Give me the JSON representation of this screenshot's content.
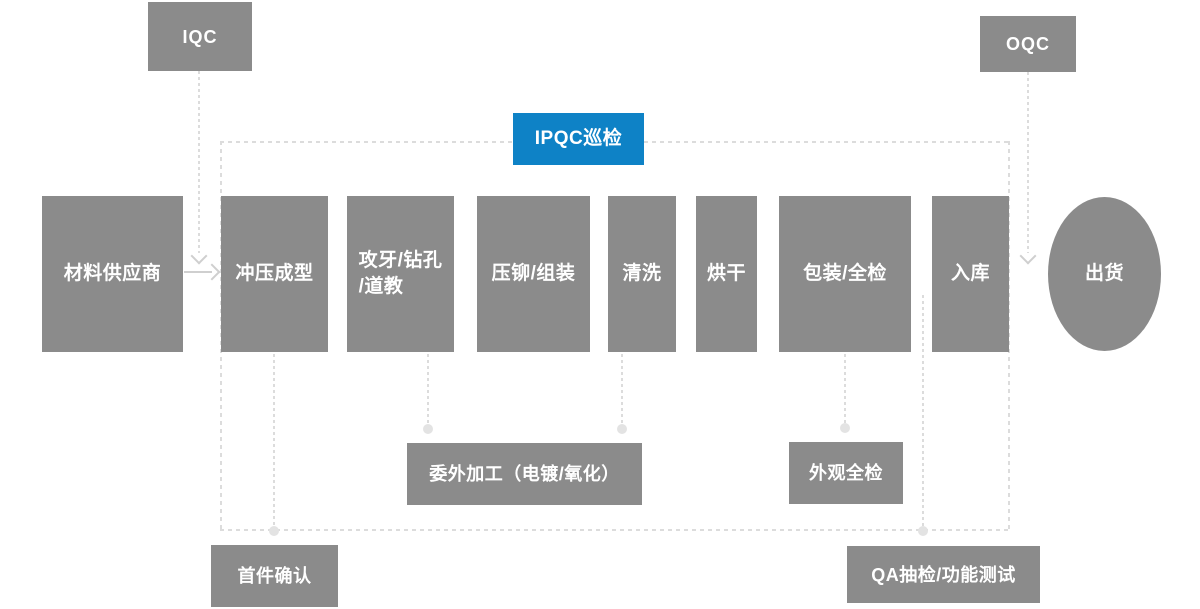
{
  "diagram": {
    "qc_nodes": {
      "iqc": "IQC",
      "oqc": "OQC",
      "ipqc": "IPQC巡检"
    },
    "flow_steps": [
      {
        "label": "材料供应商"
      },
      {
        "label": "冲压成型"
      },
      {
        "label": "攻牙/钻孔",
        "label2": "/道教"
      },
      {
        "label": "压铆/组装"
      },
      {
        "label": "清洗"
      },
      {
        "label": "烘干"
      },
      {
        "label": "包装/全检"
      },
      {
        "label": "入库"
      },
      {
        "label": "出货"
      }
    ],
    "inspection_nodes": {
      "first_article": "首件确认",
      "outsourcing": "委外加工（电镀/氧化）",
      "appearance": "外观全检",
      "qa_sampling": "QA抽检/功能测试"
    },
    "colors": {
      "process_gray": "#8b8b8b",
      "ipqc_blue": "#0e82c6",
      "dash_gray": "#dcdcdc",
      "arrow_gray": "#cfcfcf",
      "dot_gray": "#e3e3e3"
    }
  }
}
